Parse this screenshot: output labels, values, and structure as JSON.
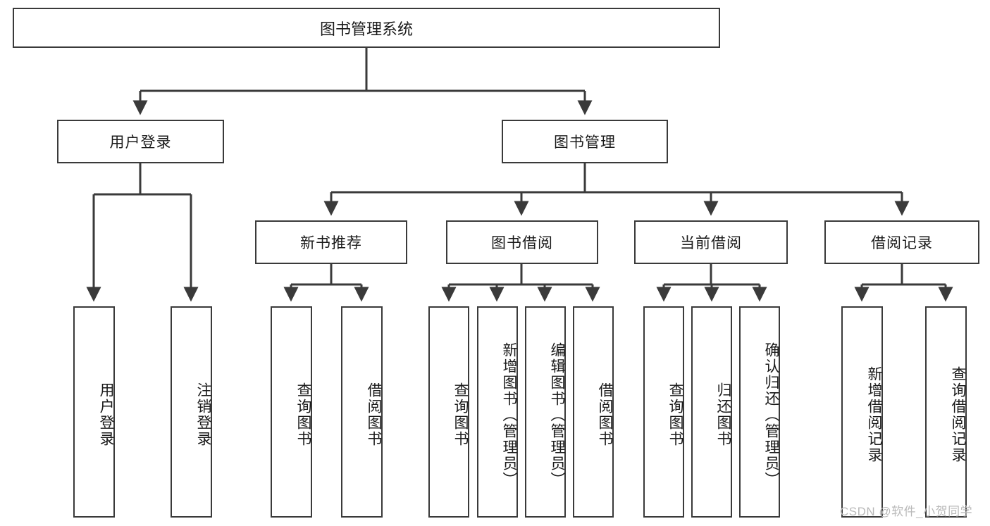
{
  "diagram": {
    "type": "tree-hierarchy-chart",
    "title_node": "图书管理系统",
    "colors": {
      "border": "#3a3a3a",
      "fill": "#ffffff",
      "text": "#1a1a1a",
      "edge": "#3a3a3a",
      "watermark": "#b9b9b9"
    },
    "levels": {
      "level1": [
        {
          "id": "root",
          "label": "图书管理系统"
        }
      ],
      "level2": [
        {
          "id": "user-login",
          "label": "用户登录"
        },
        {
          "id": "book-management",
          "label": "图书管理"
        }
      ],
      "level3": [
        {
          "id": "new-book-recommend",
          "label": "新书推荐"
        },
        {
          "id": "book-borrow",
          "label": "图书借阅"
        },
        {
          "id": "current-borrow",
          "label": "当前借阅"
        },
        {
          "id": "borrow-record",
          "label": "借阅记录"
        }
      ],
      "level4": [
        {
          "id": "leaf-user-login",
          "label": "用户登录",
          "parent": "user-login"
        },
        {
          "id": "leaf-logout-login",
          "label": "注销登录",
          "parent": "user-login"
        },
        {
          "id": "leaf-query-book-1",
          "label": "查询图书",
          "parent": "new-book-recommend"
        },
        {
          "id": "leaf-borrow-book-1",
          "label": "借阅图书",
          "parent": "new-book-recommend"
        },
        {
          "id": "leaf-query-book-2",
          "label": "查询图书",
          "parent": "book-borrow"
        },
        {
          "id": "leaf-add-book",
          "label": "新增图书（管理员）",
          "parent": "book-borrow"
        },
        {
          "id": "leaf-edit-book",
          "label": "编辑图书（管理员）",
          "parent": "book-borrow"
        },
        {
          "id": "leaf-borrow-book-2",
          "label": "借阅图书",
          "parent": "book-borrow"
        },
        {
          "id": "leaf-query-book-3",
          "label": "查询图书",
          "parent": "current-borrow"
        },
        {
          "id": "leaf-return-book",
          "label": "归还图书",
          "parent": "current-borrow"
        },
        {
          "id": "leaf-confirm-return",
          "label": "确认归还（管理员）",
          "parent": "current-borrow"
        },
        {
          "id": "leaf-add-record",
          "label": "新增借阅记录",
          "parent": "borrow-record"
        },
        {
          "id": "leaf-query-record",
          "label": "查询借阅记录",
          "parent": "borrow-record"
        }
      ]
    }
  },
  "watermark": {
    "text": "CSDN @软件_小贺同学"
  }
}
